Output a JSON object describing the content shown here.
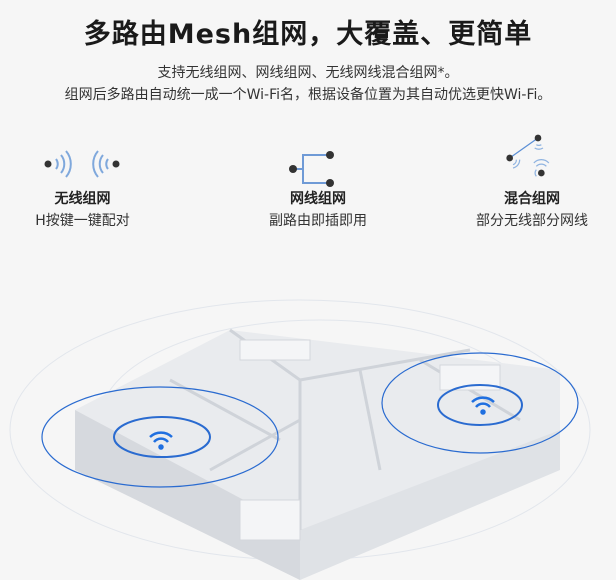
{
  "header": {
    "title": "多路由Mesh组网，大覆盖、更简单",
    "line1": "支持无线组网、网线组网、无线网线混合组网*。",
    "line2": "组网后多路由自动统一成一个Wi-Fi名，根据设备位置为其自动优选更快Wi-Fi。"
  },
  "features": [
    {
      "icon": "wireless-pair-icon",
      "name": "无线组网",
      "desc": "H按键一键配对"
    },
    {
      "icon": "wired-branch-icon",
      "name": "网线组网",
      "desc": "副路由即插即用"
    },
    {
      "icon": "hybrid-mesh-icon",
      "name": "混合组网",
      "desc": "部分无线部分网线"
    }
  ],
  "colors": {
    "accent": "#5b8fd6",
    "wifi": "#1f6fe0",
    "dot": "#333333"
  }
}
